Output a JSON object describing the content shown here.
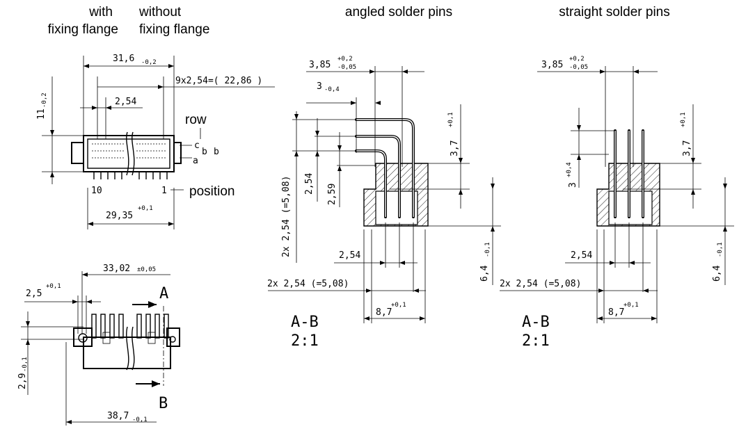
{
  "headers": {
    "with_line1": "with",
    "with_line2": "fixing flange",
    "without_line1": "without",
    "without_line2": "fixing flange",
    "angled": "angled solder pins",
    "straight": "straight solder pins"
  },
  "front_view": {
    "overall_width": "31,6",
    "overall_width_tol": "-0,2",
    "pitch_total": "9x2,54=( 22,86 )",
    "height": "11",
    "height_tol": "-0,2",
    "pitch": "2,54",
    "row_label": "row",
    "row_c": "c",
    "row_b_small": "b",
    "row_b": "b",
    "row_a": "a",
    "pos_10": "10",
    "pos_1": "1",
    "position_label": "position",
    "body_width": "29,35",
    "body_width_tol": "+0,1"
  },
  "top_view": {
    "width": "33,02",
    "width_tol": "±0,05",
    "hole_offset": "2,5",
    "hole_offset_tol": "+0,1",
    "section_a": "A",
    "section_b": "B",
    "depth": "2,9",
    "depth_tol": "-0,1",
    "overall": "38,7",
    "overall_tol": "-0,1"
  },
  "angled_section": {
    "d1": "3,85",
    "d1_tol_plus": "+0,2",
    "d1_tol_minus": "-0,05",
    "d2": "3",
    "d2_tol": "-0,4",
    "d3": "3,7",
    "d3_tol": "+0,1",
    "d4": "2,54",
    "d5": "2,59",
    "d6": "2x 2,54 (=5,08)",
    "d7": "2,54",
    "d8": "2x 2,54 (=5,08)",
    "d9": "6,4",
    "d9_tol": "-0,1",
    "d10": "8,7",
    "d10_tol": "+0,1",
    "section_label": "A-B",
    "scale_label": "2:1"
  },
  "straight_section": {
    "d1": "3,85",
    "d1_tol_plus": "+0,2",
    "d1_tol_minus": "-0,05",
    "d3": "3,7",
    "d3_tol": "+0,1",
    "d4": "3",
    "d4_tol": "+0,4",
    "d7": "2,54",
    "d8": "2x 2,54 (=5,08)",
    "d9": "6,4",
    "d9_tol": "-0,1",
    "d10": "8,7",
    "d10_tol": "+0,1",
    "section_label": "A-B",
    "scale_label": "2:1"
  }
}
